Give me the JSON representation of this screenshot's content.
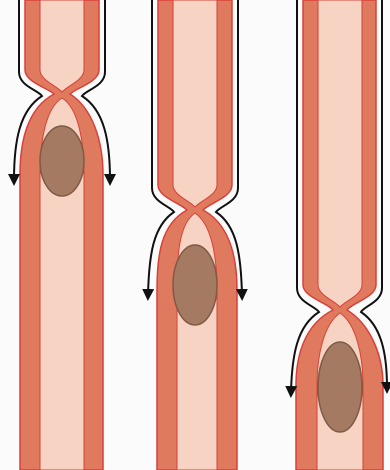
{
  "diagram": {
    "stages": [
      {
        "id": "stage-1",
        "name": "peristalsis-stage-1"
      },
      {
        "id": "stage-2",
        "name": "peristalsis-stage-2"
      },
      {
        "id": "stage-3",
        "name": "peristalsis-stage-3"
      }
    ],
    "colors": {
      "background": "#fbfbfb",
      "muscle_wall": "#e07a5f",
      "wall_outline": "#d8403a",
      "lumen": "#f6d3c2",
      "bolus": "#a57a62",
      "bolus_outline": "#7f5a45",
      "arrow": "#111111"
    }
  }
}
